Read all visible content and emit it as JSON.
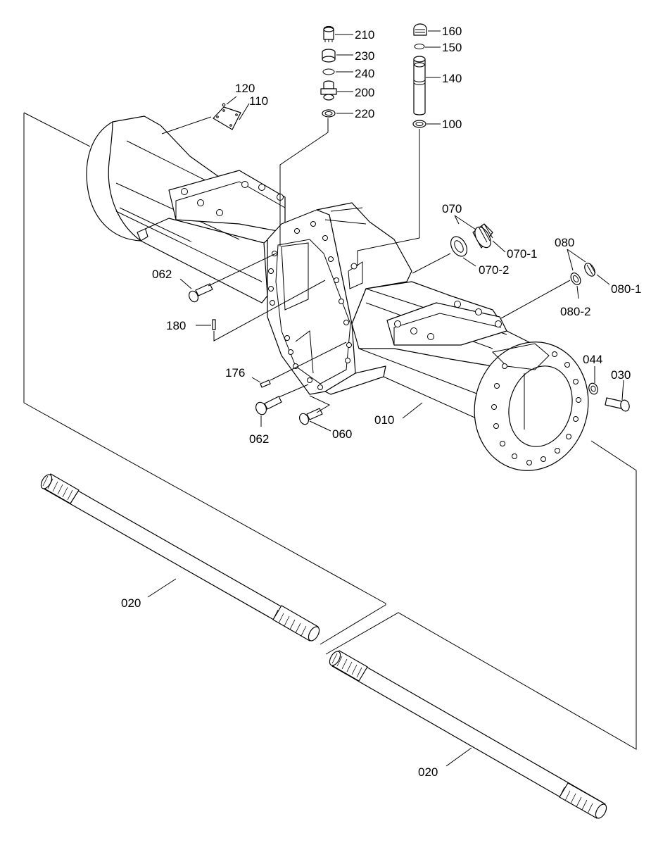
{
  "labels": {
    "p210": "210",
    "p230": "230",
    "p240": "240",
    "p200": "200",
    "p220": "220",
    "p160": "160",
    "p150": "150",
    "p140": "140",
    "p100": "100",
    "p120": "120",
    "p110": "110",
    "p070": "070",
    "p070_1": "070-1",
    "p070_2": "070-2",
    "p080": "080",
    "p080_1": "080-1",
    "p080_2": "080-2",
    "p062_a": "062",
    "p180": "180",
    "p176": "176",
    "p062_b": "062",
    "p060": "060",
    "p010": "010",
    "p044": "044",
    "p030": "030",
    "p020_a": "020",
    "p020_b": "020"
  }
}
